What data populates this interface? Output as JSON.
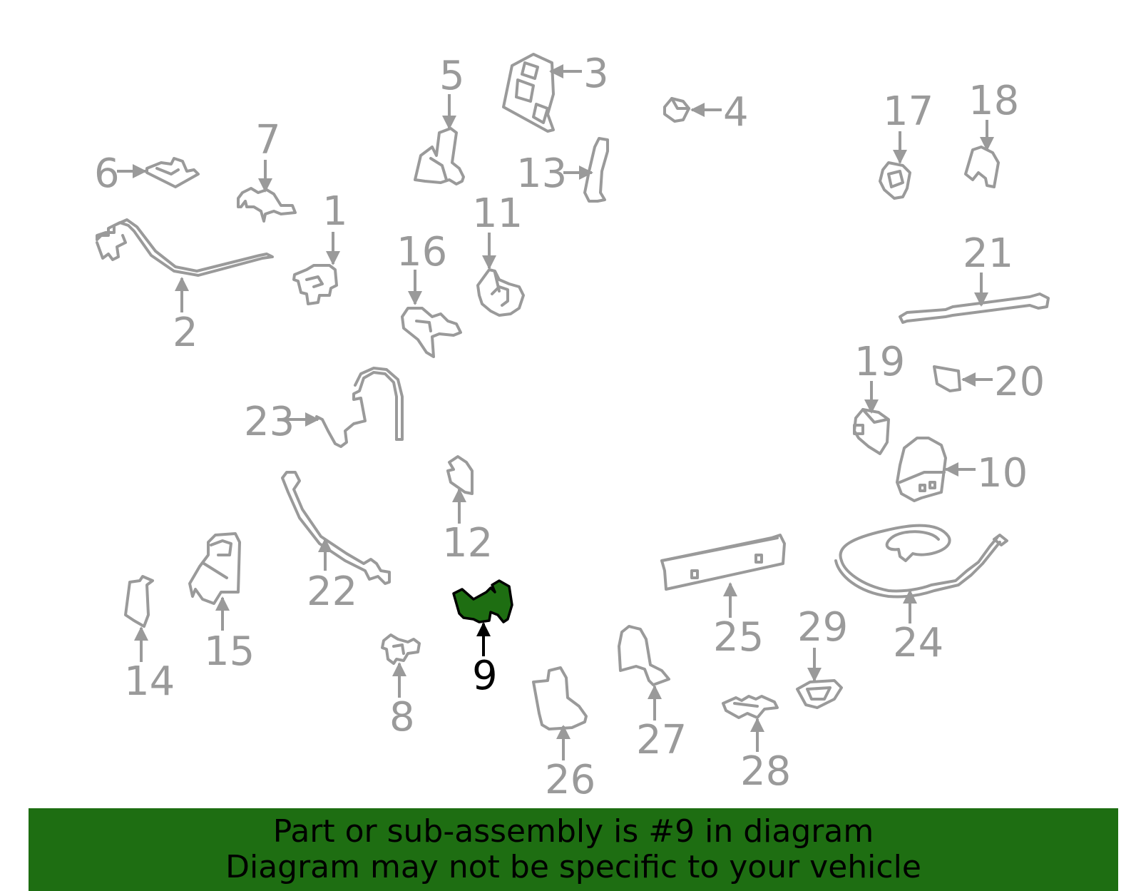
{
  "callouts": {
    "c1": "1",
    "c2": "2",
    "c3": "3",
    "c4": "4",
    "c5": "5",
    "c6": "6",
    "c7": "7",
    "c8": "8",
    "c9": "9",
    "c10": "10",
    "c11": "11",
    "c12": "12",
    "c13": "13",
    "c14": "14",
    "c15": "15",
    "c16": "16",
    "c17": "17",
    "c18": "18",
    "c19": "19",
    "c20": "20",
    "c21": "21",
    "c22": "22",
    "c23": "23",
    "c24": "24",
    "c25": "25",
    "c26": "26",
    "c27": "27",
    "c28": "28",
    "c29": "29"
  },
  "highlight": {
    "part": "9",
    "color": "#1e6e12"
  },
  "colors": {
    "part_stroke": "#9a9a9a",
    "highlight_fill": "#1e6e12",
    "banner_bg": "#1e6e12"
  },
  "banner": {
    "line1": "Part or sub-assembly is #9 in diagram",
    "line2": "Diagram may not be specific to your vehicle"
  }
}
